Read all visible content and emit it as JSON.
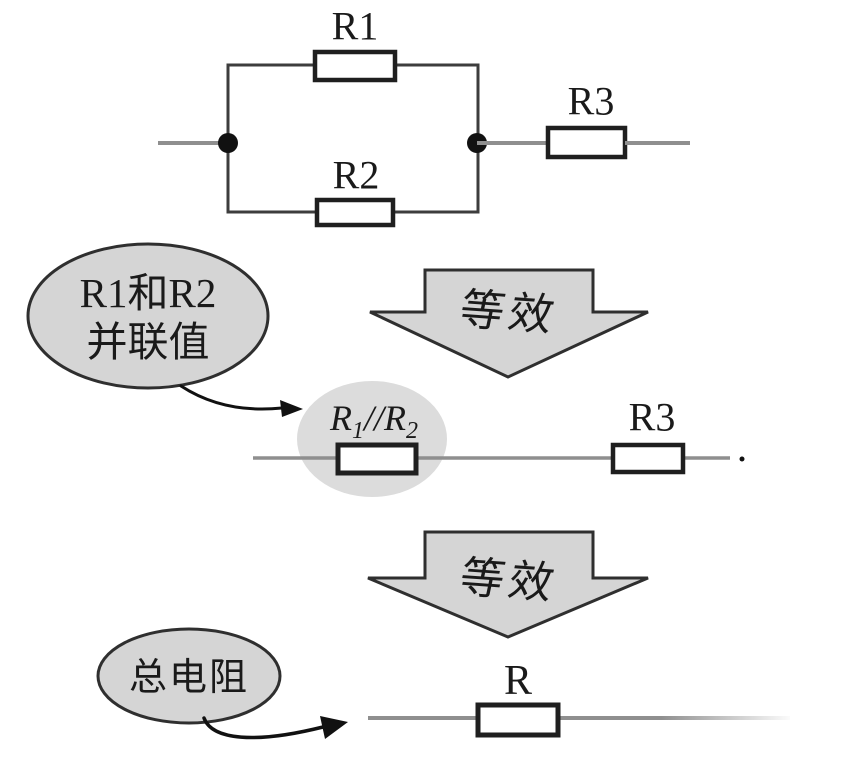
{
  "palette": {
    "background": "#ffffff",
    "lead_wire": "#8f8f8f",
    "loop_wire": "#3d3d3d",
    "resistor_stroke": "#1f1f1f",
    "resistor_fill": "#ffffff",
    "shape_fill": "#d5d5d5",
    "shape_stroke": "#2f2f2f",
    "highlight_fill": "#dcdcdc",
    "text_color": "#1a1a1a",
    "node_dot": "#111111",
    "callout_arrow": "#111111"
  },
  "top_circuit": {
    "r1": "R1",
    "r2": "R2",
    "r3": "R3"
  },
  "arrow_equiv_1": {
    "label": "等效"
  },
  "arrow_equiv_2": {
    "label": "等效"
  },
  "callout_parallel": {
    "line1": "R1和R2",
    "line2": "并联值"
  },
  "middle_circuit": {
    "combined": {
      "r1": "R",
      "sub1": "1",
      "sep": "//",
      "r2": "R",
      "sub2": "2"
    },
    "r3": "R3"
  },
  "callout_total": {
    "label": "总电阻"
  },
  "bottom_circuit": {
    "r": "R"
  }
}
